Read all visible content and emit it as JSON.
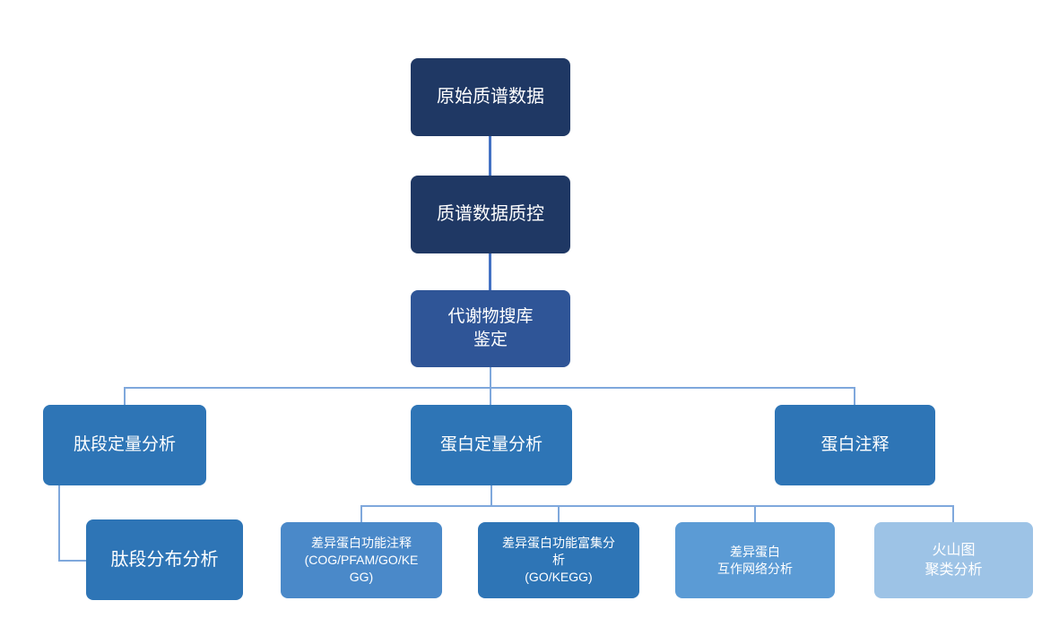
{
  "colors": {
    "dark_navy": "#1F3864",
    "royal_blue": "#2F5597",
    "blue": "#2E75B6",
    "medium_blue": "#4A89C9",
    "light_blue": "#5B9BD5",
    "pale_blue": "#9DC3E6",
    "connector_dark": "#4472C4",
    "connector_light": "#7FA8DC",
    "text": "#FFFFFF"
  },
  "nodes": {
    "raw_ms_data": {
      "label": "原始质谱数据"
    },
    "ms_data_qc": {
      "label": "质谱数据质控"
    },
    "db_search_identification": {
      "label": "代谢物搜库\n鉴定"
    },
    "peptide_quantification": {
      "label": "肽段定量分析"
    },
    "protein_quantification": {
      "label": "蛋白定量分析"
    },
    "protein_annotation": {
      "label": "蛋白注释"
    },
    "peptide_distribution": {
      "label": "肽段分布分析"
    },
    "diff_protein_func_annotation": {
      "label": "差异蛋白功能注释\n(COG/PFAM/GO/KE\nGG)"
    },
    "diff_protein_func_enrichment": {
      "label": "差异蛋白功能富集分\n析\n(GO/KEGG)"
    },
    "diff_protein_ppi_network": {
      "label": "差异蛋白\n互作网络分析"
    },
    "volcano_cluster_analysis": {
      "label": "火山图\n聚类分析"
    }
  },
  "edges": [
    [
      "raw_ms_data",
      "ms_data_qc"
    ],
    [
      "ms_data_qc",
      "db_search_identification"
    ],
    [
      "db_search_identification",
      "peptide_quantification"
    ],
    [
      "db_search_identification",
      "protein_quantification"
    ],
    [
      "db_search_identification",
      "protein_annotation"
    ],
    [
      "peptide_quantification",
      "peptide_distribution"
    ],
    [
      "protein_quantification",
      "diff_protein_func_annotation"
    ],
    [
      "protein_quantification",
      "diff_protein_func_enrichment"
    ],
    [
      "protein_quantification",
      "diff_protein_ppi_network"
    ],
    [
      "protein_quantification",
      "volcano_cluster_analysis"
    ]
  ]
}
